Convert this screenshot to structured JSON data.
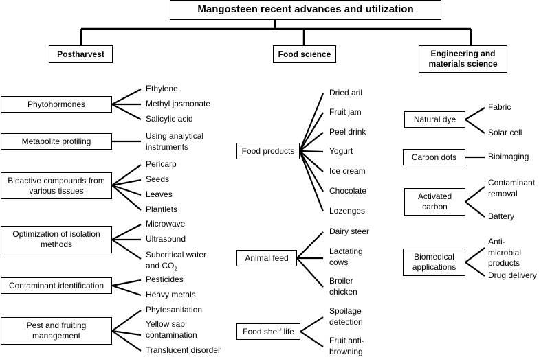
{
  "title": "Mangosteen recent advances and utilization",
  "columns": [
    {
      "heading": "Postharvest",
      "groups": [
        {
          "label": "Phytohormones",
          "items": [
            "Ethylene",
            "Methyl jasmonate",
            "Salicylic acid"
          ]
        },
        {
          "label": "Metabolite profiling",
          "items": [
            "Using analytical instruments"
          ]
        },
        {
          "label": "Bioactive compounds from various tissues",
          "items": [
            "Pericarp",
            "Seeds",
            "Leaves",
            "Plantlets"
          ]
        },
        {
          "label": "Optimization of isolation methods",
          "items": [
            "Microwave",
            "Ultrasound",
            "Subcritical water and CO2"
          ]
        },
        {
          "label": "Contaminant identification",
          "items": [
            "Pesticides",
            "Heavy metals"
          ]
        },
        {
          "label": "Pest and fruiting management",
          "items": [
            "Phytosanitation",
            "Yellow sap contamination",
            "Translucent disorder"
          ]
        }
      ]
    },
    {
      "heading": "Food science",
      "groups": [
        {
          "label": "Food products",
          "items": [
            "Dried aril",
            "Fruit jam",
            "Peel drink",
            "Yogurt",
            "Ice cream",
            "Chocolate",
            "Lozenges"
          ]
        },
        {
          "label": "Animal feed",
          "items": [
            "Dairy steer",
            "Lactating cows",
            "Broiler chicken"
          ]
        },
        {
          "label": "Food shelf life",
          "items": [
            "Spoilage detection",
            "Fruit anti-browning"
          ]
        }
      ]
    },
    {
      "heading": "Engineering and materials science",
      "groups": [
        {
          "label": "Natural dye",
          "items": [
            "Fabric",
            "Solar cell"
          ]
        },
        {
          "label": "Carbon dots",
          "items": [
            "Bioimaging"
          ]
        },
        {
          "label": "Activated carbon",
          "items": [
            "Contaminant removal",
            "Battery"
          ]
        },
        {
          "label": "Biomedical applications",
          "items": [
            "Anti-microbial products",
            "Drug delivery"
          ]
        }
      ]
    }
  ]
}
